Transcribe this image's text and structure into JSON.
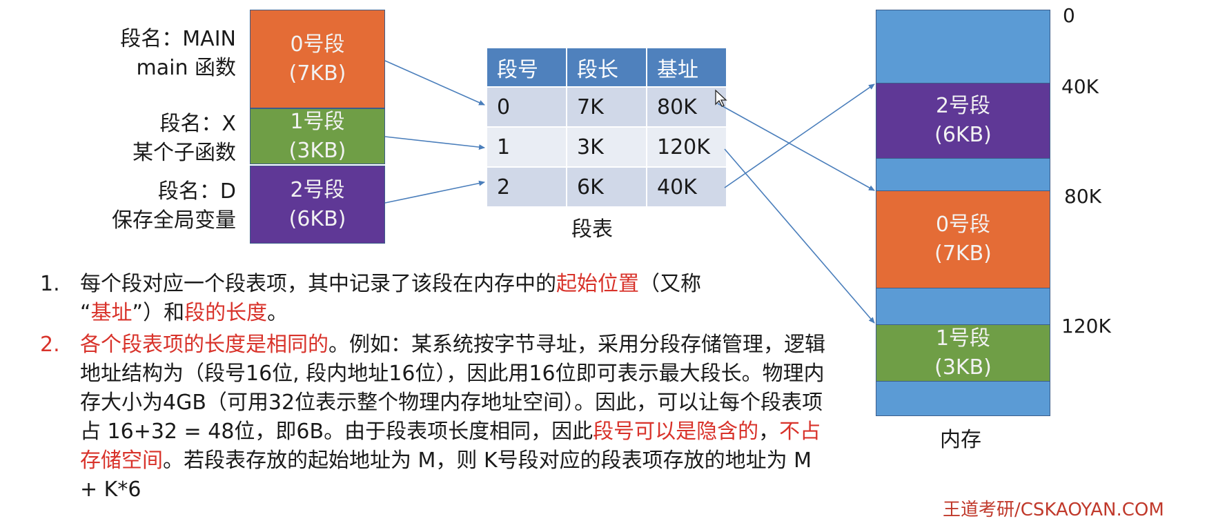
{
  "logical": {
    "segments": [
      {
        "label_line1": "段名：MAIN",
        "label_line2": "main 函数",
        "block_line1": "0号段",
        "block_line2": "(7KB)",
        "color": "#e46c36"
      },
      {
        "label_line1": "段名：X",
        "label_line2": "某个子函数",
        "block_line1": "1号段",
        "block_line2": "(3KB)",
        "color": "#6f9e46"
      },
      {
        "label_line1": "段名：D",
        "label_line2": "保存全局变量",
        "block_line1": "2号段",
        "block_line2": "(6KB)",
        "color": "#5f3896"
      }
    ]
  },
  "segment_table": {
    "headers": [
      "段号",
      "段长",
      "基址"
    ],
    "rows": [
      [
        "0",
        "7K",
        "80K"
      ],
      [
        "1",
        "3K",
        "120K"
      ],
      [
        "2",
        "6K",
        "40K"
      ]
    ],
    "caption": "段表",
    "header_color": "#4f81bd"
  },
  "memory": {
    "caption": "内存",
    "background_color": "#5b9bd5",
    "addresses": [
      "0",
      "40K",
      "80K",
      "120K"
    ],
    "blocks": [
      {
        "line1": "2号段",
        "line2": "(6KB)",
        "color": "#5f3896"
      },
      {
        "line1": "0号段",
        "line2": "(7KB)",
        "color": "#e46c36"
      },
      {
        "line1": "1号段",
        "line2": "(3KB)",
        "color": "#6f9e46"
      }
    ]
  },
  "notes": {
    "item1": {
      "num": "1.",
      "t1": "每个段对应一个段表项，其中记录了该段在内存中的",
      "r1": "起始位置",
      "t2": "（又称",
      "t3": "“",
      "r2": "基址",
      "t4": "”）和",
      "r3": "段的长度",
      "t5": "。"
    },
    "item2": {
      "num": "2.",
      "r1": "各个段表项的长度是相同的",
      "t1": "。例如：某系统按字节寻址，采用分段存储管理，逻辑地址结构为（段号16位, 段内地址16位），因此用16位即可表示最大段长。物理内存大小为4GB（可用32位表示整个物理内存地址空间）。因此，可以让每个段表项占 16+32 = 48位，即6B。由于段表项长度相同，因此",
      "r2": "段号可以是隐含的",
      "t2": "，",
      "r3": "不占存储空间",
      "t3": "。若段表存放的起始地址为 M，则 K号段对应的段表项存放的地址为 M + K*6"
    }
  },
  "footer": "王道考研/CSKAOYAN.COM"
}
